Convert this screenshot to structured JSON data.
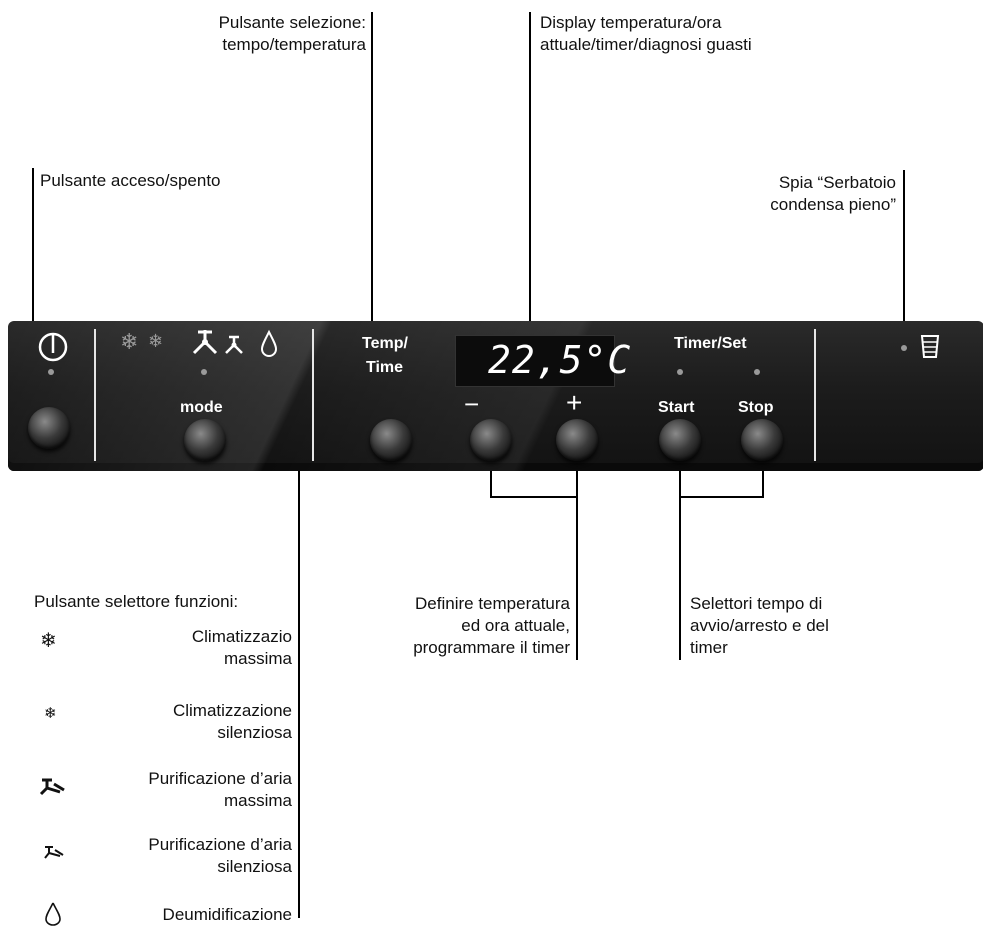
{
  "callouts": {
    "power": "Pulsante acceso/spento",
    "select_line1": "Pulsante selezione:",
    "select_line2": "tempo/temperatura",
    "display_line1": "Display temperatura/ora",
    "display_line2": "attuale/timer/diagnosi guasti",
    "tank_line1": "Spia “Serbatoio",
    "tank_line2": "condensa pieno”",
    "define_line1": "Definire temperatura",
    "define_line2": "ed ora attuale,",
    "define_line3": "programmare il timer",
    "timers_line1": "Selettori tempo di",
    "timers_line2": "avvio/arresto e del",
    "timers_line3": "timer"
  },
  "panel": {
    "temp_time_line1": "Temp/",
    "temp_time_line2": "Time",
    "mode_label": "mode",
    "display_value": "22,5°C",
    "timer_set_label": "Timer/Set",
    "minus_label": "−",
    "plus_label": "+",
    "start_label": "Start",
    "stop_label": "Stop"
  },
  "functions": {
    "heading": "Pulsante selettore funzioni:",
    "items": [
      {
        "icon": "snowflake-large-icon",
        "line1": "Climatizzazio",
        "line2": "massima"
      },
      {
        "icon": "snowflake-small-icon",
        "line1": "Climatizzazione",
        "line2": "silenziosa"
      },
      {
        "icon": "fan-large-icon",
        "line1": "Purificazione d’aria",
        "line2": "massima"
      },
      {
        "icon": "fan-small-icon",
        "line1": "Purificazione d’aria",
        "line2": "silenziosa"
      },
      {
        "icon": "droplet-icon",
        "line1": "Deumidificazione",
        "line2": ""
      }
    ]
  },
  "colors": {
    "panel": "#1c1c1c",
    "panel_text": "#ffffff",
    "indicator": "#9a9a9a",
    "line": "#000000"
  }
}
